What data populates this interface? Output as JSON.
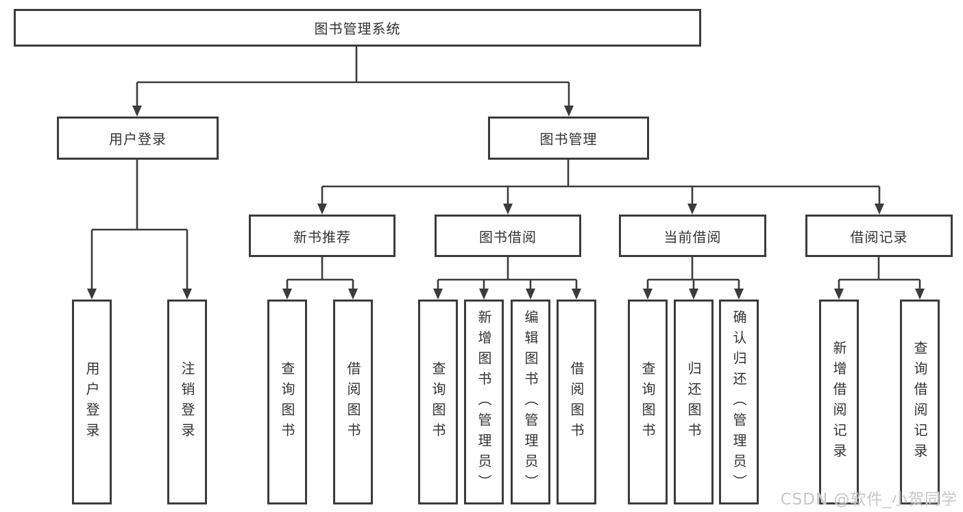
{
  "diagram_type": "tree",
  "colors": {
    "line": "#3b3b3b",
    "text": "#333333",
    "background": "#ffffff",
    "watermark": "#c7c7c7"
  },
  "tree": {
    "label": "图书管理系统",
    "children": [
      {
        "label": "用户登录",
        "children": [
          {
            "label": "用户登录"
          },
          {
            "label": "注销登录"
          }
        ]
      },
      {
        "label": "图书管理",
        "children": [
          {
            "label": "新书推荐",
            "children": [
              {
                "label": "查询图书"
              },
              {
                "label": "借阅图书"
              }
            ]
          },
          {
            "label": "图书借阅",
            "children": [
              {
                "label": "查询图书"
              },
              {
                "label": "新增图书（管理员）"
              },
              {
                "label": "编辑图书（管理员）"
              },
              {
                "label": "借阅图书"
              }
            ]
          },
          {
            "label": "当前借阅",
            "children": [
              {
                "label": "查询图书"
              },
              {
                "label": "归还图书"
              },
              {
                "label": "确认归还（管理员）"
              }
            ]
          },
          {
            "label": "借阅记录",
            "children": [
              {
                "label": "新增借阅记录"
              },
              {
                "label": "查询借阅记录"
              }
            ]
          }
        ]
      }
    ]
  },
  "watermark": "CSDN @软件_小贺同学"
}
